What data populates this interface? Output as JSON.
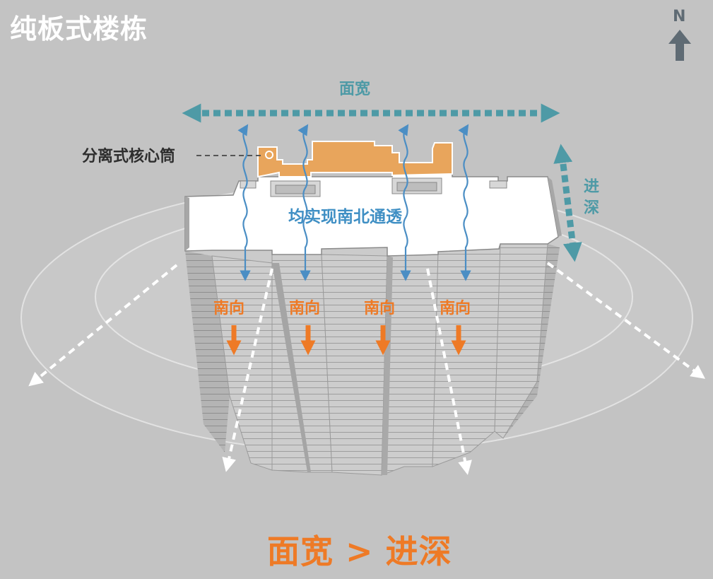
{
  "title": "纯板式楼栋",
  "compass": {
    "label": "N",
    "icon": "north-arrow-icon"
  },
  "labels": {
    "width": "面宽",
    "depth": "进深",
    "core": "分离式核心筒",
    "ventilation": "均实现南北通透",
    "south": [
      "南向",
      "南向",
      "南向",
      "南向"
    ]
  },
  "conclusion": "面宽 > 进深",
  "colors": {
    "background": "#c3c3c3",
    "title": "#ffffff",
    "width_depth_arrows": "#4e9aa6",
    "core": "#e8a55c",
    "ventilation": "#3f8fc4",
    "south": "#ee7a26",
    "building": "#c9c9c9"
  }
}
